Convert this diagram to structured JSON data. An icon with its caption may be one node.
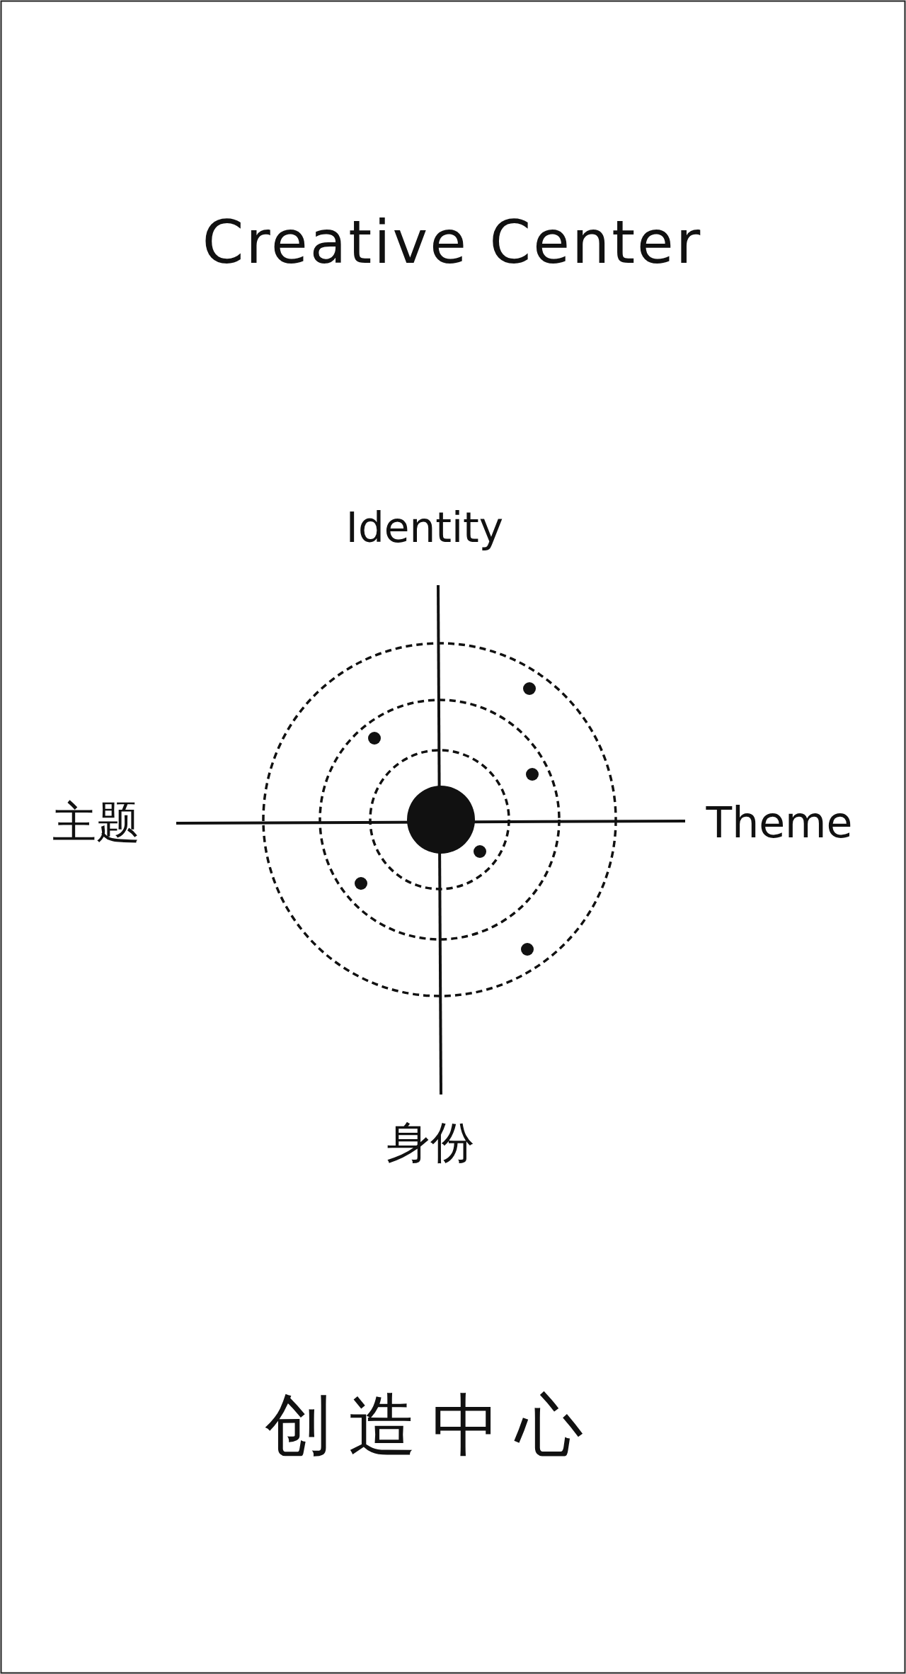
{
  "diagram": {
    "title": "Creative Center",
    "caption": "创造中心",
    "labels": [
      "Identity",
      "主题",
      "Theme",
      "身份"
    ]
  }
}
